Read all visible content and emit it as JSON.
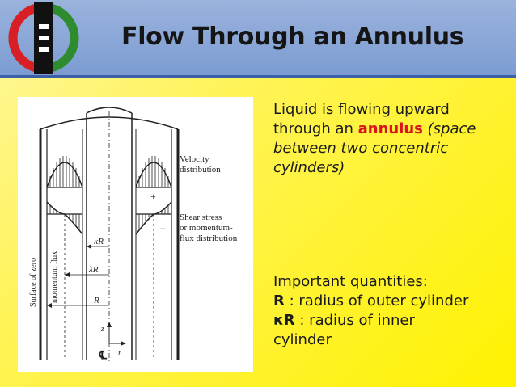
{
  "slide": {
    "title": "Flow Through an Annulus"
  },
  "intro": {
    "line1": "Liquid is flowing upward",
    "line2_prefix": "through an ",
    "line2_highlight": "annulus",
    "line2_italic": " (space",
    "line3": "between two concentric",
    "line4": "cylinders)"
  },
  "quantities": {
    "heading": "Important quantities:",
    "r_symbol": "R",
    "r_desc": " : radius of outer cylinder",
    "kr_symbol": "κR",
    "kr_desc": " : radius of inner",
    "kr_desc_cont": "cylinder"
  },
  "figure": {
    "velocity_label_1": "Velocity",
    "velocity_label_2": "distribution",
    "shear_label_1": "Shear stress",
    "shear_label_2": "or momentum-",
    "shear_label_3": "flux distribution",
    "surface_label_1": "Surface of zero",
    "surface_label_2": "momentum flux",
    "kr_label": "κR",
    "lr_label": "λR",
    "r_label": "R",
    "plus_sign": "+",
    "minus_sign": "−",
    "z_label": "z",
    "r_axis_label": "r",
    "centerline_symbol": "℄"
  },
  "colors": {
    "header_bg": "#8aa8d8",
    "header_border": "#3b5fa8",
    "background": "#fff35a",
    "highlight_red": "#d8141c",
    "logo_red": "#d81f26",
    "logo_green": "#2e8b2e"
  }
}
